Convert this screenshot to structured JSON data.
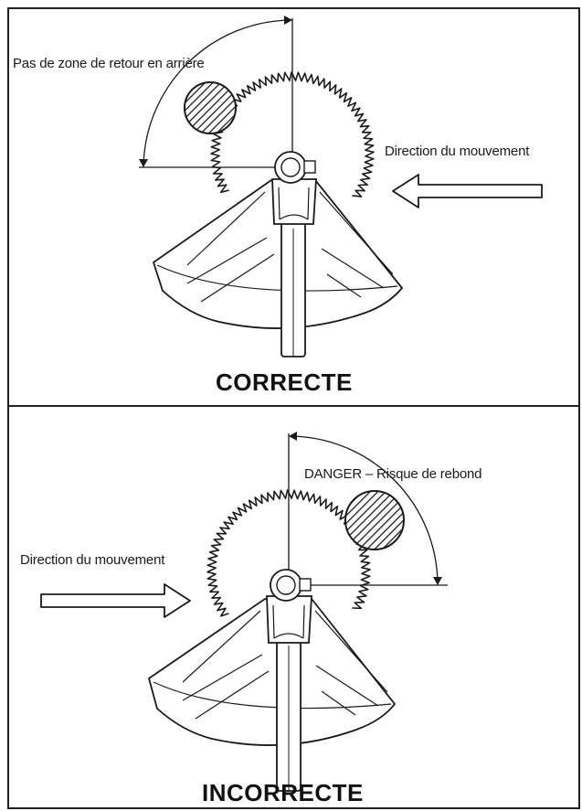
{
  "figure": {
    "top_panel": {
      "label_zone": "Pas de zone de retour en arrière",
      "label_direction": "Direction du mouvement",
      "title": "CORRECTE"
    },
    "bottom_panel": {
      "label_zone": "DANGER – Risque de rebond",
      "label_direction": "Direction du mouvement",
      "title": "INCORRECTE"
    },
    "icons": {
      "saw_blade": "circular-saw-blade-icon",
      "arrow": "movement-arrow-icon",
      "hatched_zone": "hatched-zone-icon",
      "guard": "blade-guard-icon"
    },
    "colors": {
      "line": "#1a1a1a",
      "background": "#ffffff"
    }
  }
}
